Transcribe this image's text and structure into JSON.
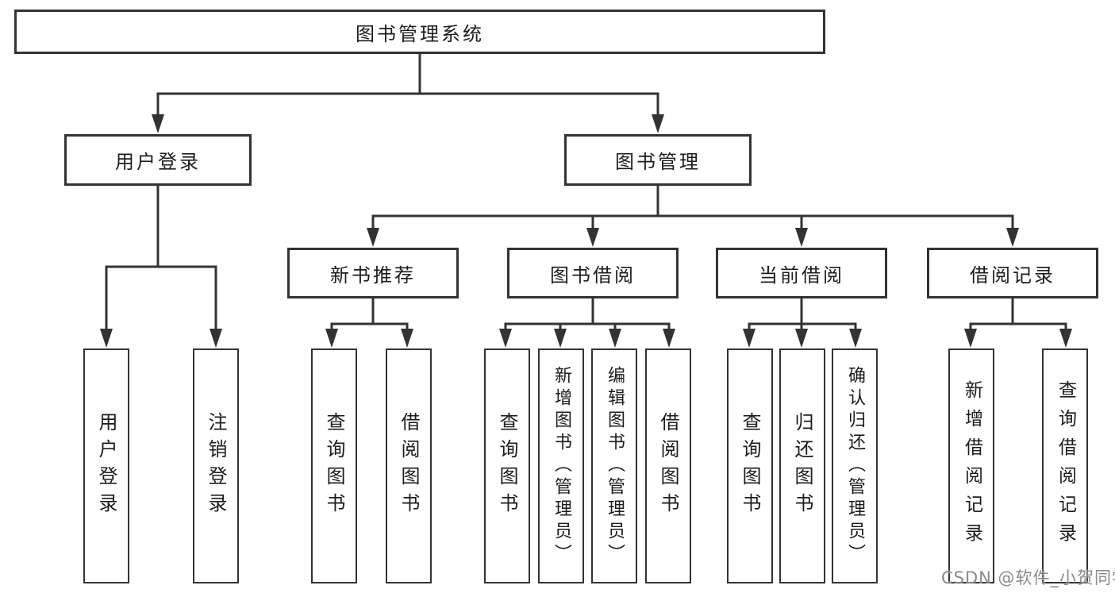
{
  "tree": {
    "root": "图书管理系统",
    "branches": [
      {
        "label": "用户登录",
        "leaves": [
          "用户登录",
          "注销登录"
        ]
      },
      {
        "label": "图书管理",
        "children": [
          {
            "label": "新书推荐",
            "leaves": [
              "查询图书",
              "借阅图书"
            ]
          },
          {
            "label": "图书借阅",
            "leaves": [
              "查询图书",
              "新增图书（管理员）",
              "编辑图书（管理员）",
              "借阅图书"
            ]
          },
          {
            "label": "当前借阅",
            "leaves": [
              "查询图书",
              "归还图书",
              "确认归还（管理员）"
            ]
          },
          {
            "label": "借阅记录",
            "leaves": [
              "新增借阅记录",
              "查询借阅记录"
            ]
          }
        ]
      }
    ]
  },
  "watermark": {
    "text": "CSDN @软件_小贺同学"
  },
  "colors": {
    "line": "#333333",
    "text": "#1c1c1c",
    "box_background": "#ffffff",
    "watermark": "#808080",
    "background": "#ffffff"
  }
}
